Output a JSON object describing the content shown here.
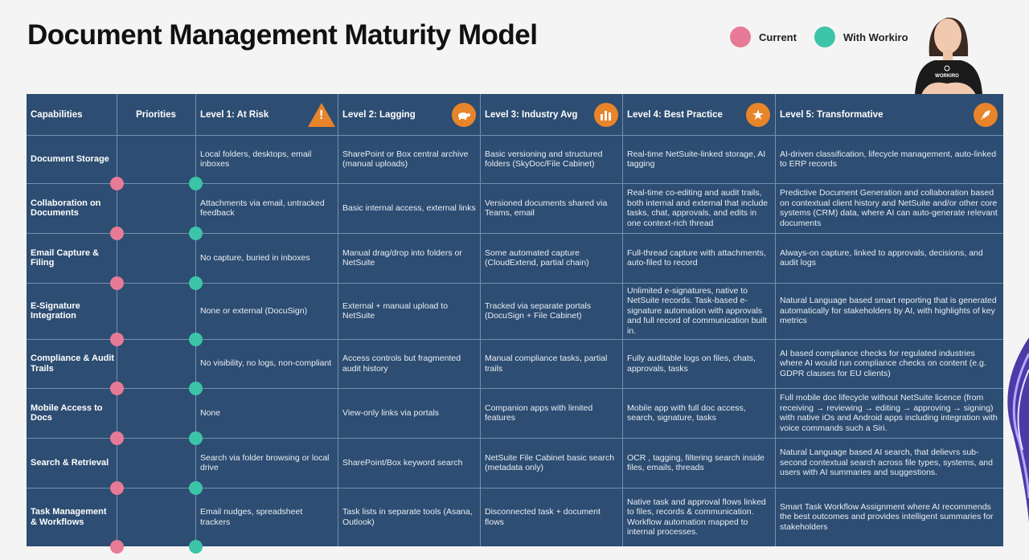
{
  "title": "Document Management Maturity Model",
  "legend": [
    {
      "label": "Current",
      "color": "#e77a96"
    },
    {
      "label": "With Workiro",
      "color": "#3cc4a8"
    }
  ],
  "presenter": {
    "shirt_text": "WORKIRO"
  },
  "headers": {
    "capabilities": "Capabilities",
    "priorities": "Priorities",
    "levels": [
      {
        "label": "Level 1: At Risk",
        "icon": "warning-icon"
      },
      {
        "label": "Level 2: Lagging",
        "icon": "turtle-icon"
      },
      {
        "label": "Level 3: Industry Avg",
        "icon": "bar-chart-icon"
      },
      {
        "label": "Level 4: Best Practice",
        "icon": "star-icon"
      },
      {
        "label": "Level 5: Transformative",
        "icon": "rocket-icon"
      }
    ]
  },
  "rows": [
    {
      "capability": "Document Storage",
      "priorities": "",
      "levels": [
        "Local folders, desktops, email inboxes",
        "SharePoint or Box central archive (manual uploads)",
        "Basic versioning and structured folders (SkyDoc/File Cabinet)",
        "Real-time NetSuite-linked storage, AI tagging",
        "AI-driven classification, lifecycle management, auto-linked to ERP records"
      ]
    },
    {
      "capability": "Collaboration on Documents",
      "priorities": "",
      "levels": [
        "Attachments via email, untracked feedback",
        "Basic internal access, external links",
        "Versioned documents shared via Teams, email",
        "Real-time co-editing and audit trails, both internal and external that include tasks, chat, approvals, and edits in one context-rich thread",
        "Predictive Document Generation and collaboration based on contextual client history and NetSuite and/or other core systems (CRM) data, where AI can auto-generate relevant documents"
      ]
    },
    {
      "capability": "Email Capture & Filing",
      "priorities": "",
      "levels": [
        "No capture, buried in inboxes",
        "Manual drag/drop into folders or NetSuite",
        "Some automated capture (CloudExtend, partial chain)",
        "Full-thread capture with attachments, auto-filed to record",
        "Always-on capture, linked to approvals, decisions, and audit logs"
      ]
    },
    {
      "capability": "E-Signature Integration",
      "priorities": "",
      "levels": [
        "None or external (DocuSign)",
        "External + manual upload to NetSuite",
        "Tracked via separate portals (DocuSign + File Cabinet)",
        "Unlimited e-signatures, native to NetSuite records. Task-based e-signature automation with approvals and full record of communication built in.",
        "Natural Language based smart reporting that is generated automatically for stakeholders by AI, with highlights of key metrics"
      ]
    },
    {
      "capability": "Compliance & Audit Trails",
      "priorities": "",
      "levels": [
        "No visibility, no logs, non-compliant",
        "Access controls but fragmented audit history",
        "Manual compliance tasks, partial trails",
        "Fully auditable logs on files, chats, approvals, tasks",
        "AI based compliance checks for regulated industries where AI would run compliance checks on content (e.g. GDPR clauses for EU clients)"
      ]
    },
    {
      "capability": "Mobile Access to Docs",
      "priorities": "",
      "levels": [
        "None",
        "View-only links via portals",
        "Companion apps with limited features",
        "Mobile app with full doc access, search, signature, tasks",
        "Full mobile doc lifecycle without NetSuite licence (from receiving → reviewing → editing → approving → signing) with native iOs and Android apps including integration with voice commands such a Siri."
      ]
    },
    {
      "capability": "Search & Retrieval",
      "priorities": "",
      "levels": [
        "Search via folder browsing or local drive",
        "SharePoint/Box keyword search",
        "NetSuite File Cabinet basic search (metadata only)",
        "OCR , tagging, filtering search inside files, emails, threads",
        "Natural Language based AI search, that delievrs sub-second contextual search across file types, systems, and users with AI summaries and suggestions."
      ]
    },
    {
      "capability": "Task Management & Workflows",
      "priorities": "",
      "levels": [
        "Email nudges, spreadsheet trackers",
        "Task lists in separate tools (Asana, Outlook)",
        "Disconnected task + document flows",
        "Native task and approval flows linked to files, records & communication. Workflow automation mapped to internal processes.",
        "Smart Task Workflow Assignment where AI recommends the best outcomes and provides intelligent summaries for stakeholders"
      ]
    }
  ]
}
